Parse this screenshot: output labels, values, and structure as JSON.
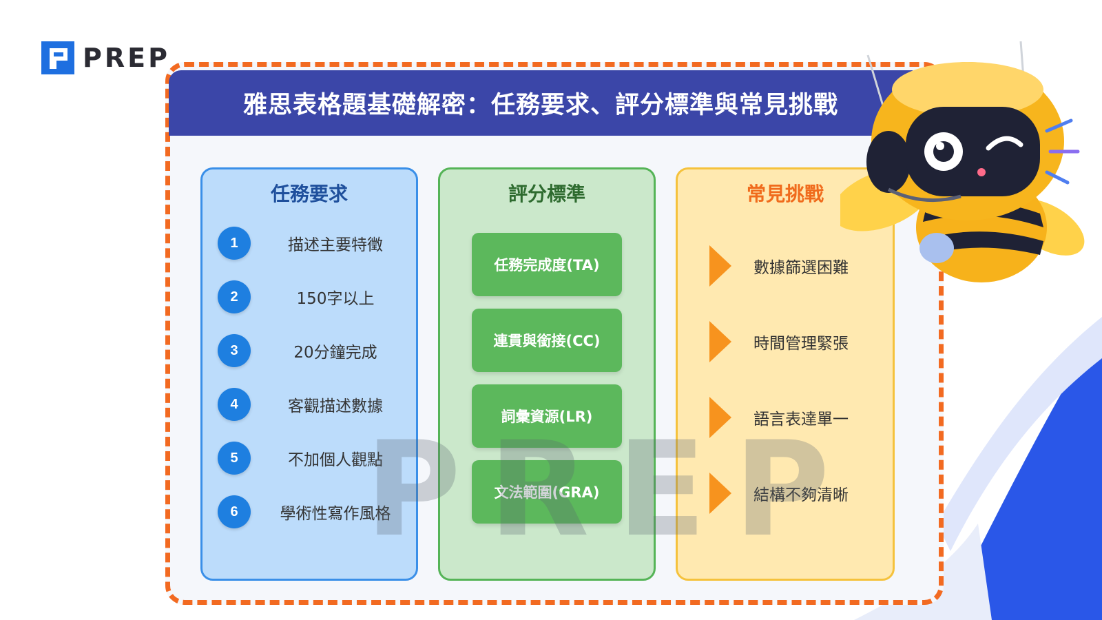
{
  "logo": {
    "text": "PREP"
  },
  "title": "雅思表格題基礎解密：任務要求、評分標準與常見挑戰",
  "columns": {
    "tasks": {
      "heading": "任務要求",
      "items": [
        {
          "num": "1",
          "label": "描述主要特徵"
        },
        {
          "num": "2",
          "label": "150字以上"
        },
        {
          "num": "3",
          "label": "20分鐘完成"
        },
        {
          "num": "4",
          "label": "客觀描述數據"
        },
        {
          "num": "5",
          "label": "不加個人觀點"
        },
        {
          "num": "6",
          "label": "學術性寫作風格"
        }
      ]
    },
    "criteria": {
      "heading": "評分標準",
      "items": [
        "任務完成度(TA)",
        "連貫與銜接(CC)",
        "詞彙資源(LR)",
        "文法範圍(GRA)"
      ]
    },
    "challenges": {
      "heading": "常見挑戰",
      "items": [
        "數據篩選困難",
        "時間管理緊張",
        "語言表達單一",
        "結構不夠清晰"
      ]
    }
  },
  "watermark": "PREP",
  "colors": {
    "frame_dash": "#f26a21",
    "title_bar": "#3b46a8",
    "blue_col": "#bcdcfb",
    "green_col": "#cbe8cb",
    "yellow_col": "#ffe9b0",
    "num_circle": "#1e7fe0",
    "criteria_button": "#5cb85c",
    "arrow": "#f7931e"
  }
}
